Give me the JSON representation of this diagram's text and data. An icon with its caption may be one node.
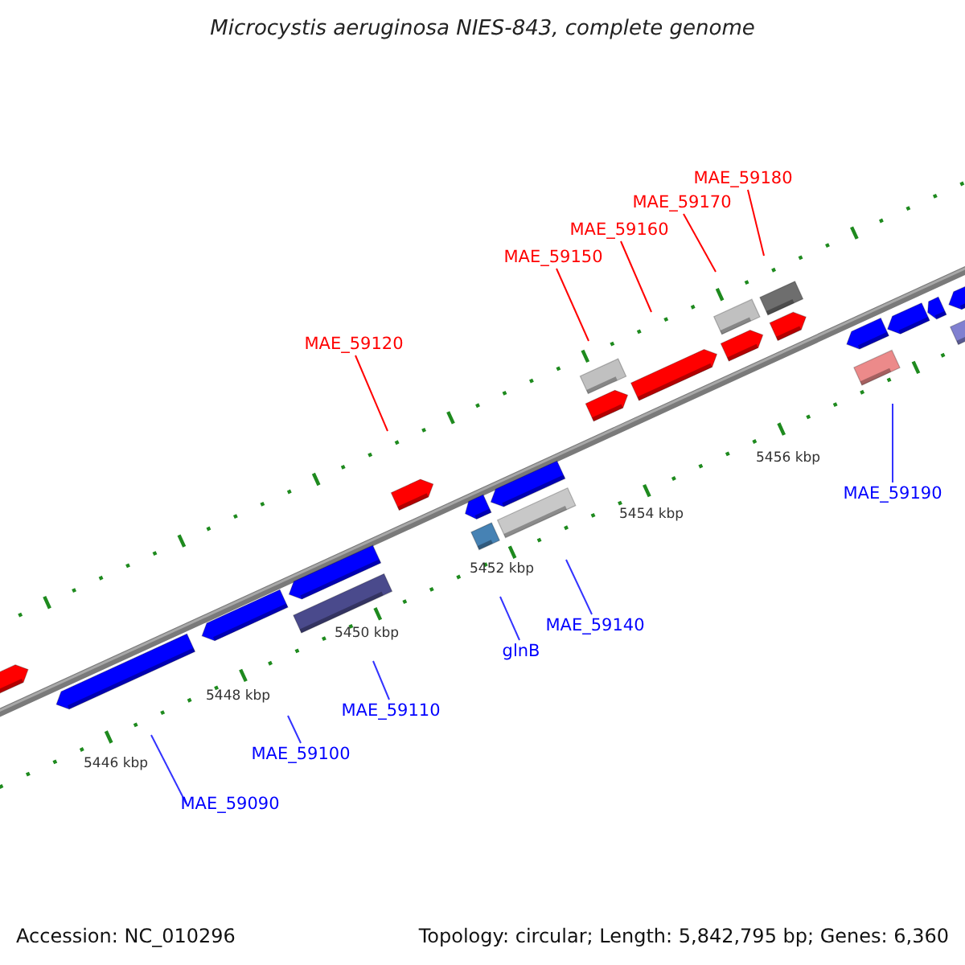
{
  "diagram": {
    "title": "Microcystis aeruginosa NIES-843, complete genome",
    "nodes": [
      {
        "text": [
          "MAE_59180"
        ]
      },
      {
        "text": [
          "MAE_59170"
        ]
      },
      {
        "text": [
          "MAE_59160"
        ]
      },
      {
        "text": [
          "MAE_59150"
        ]
      },
      {
        "text": [
          "MAE_59120"
        ]
      },
      {
        "text": [
          "MAE_59190"
        ]
      },
      {
        "text": [
          "MAE_59140"
        ]
      },
      {
        "text": [
          "glnB"
        ]
      },
      {
        "text": [
          "MAE_59110"
        ]
      },
      {
        "text": [
          "MAE_59100"
        ]
      },
      {
        "text": [
          "MAE_59090"
        ]
      }
    ],
    "edges": [
      {
        "from": 0,
        "to": null,
        "arrow": "none",
        "color": "#ff0000"
      },
      {
        "from": 1,
        "to": null,
        "arrow": "none",
        "color": "#ff0000"
      },
      {
        "from": 2,
        "to": null,
        "arrow": "none",
        "color": "#ff0000"
      },
      {
        "from": 3,
        "to": null,
        "arrow": "none",
        "color": "#ff0000"
      },
      {
        "from": 4,
        "to": null,
        "arrow": "none",
        "color": "#ff0000"
      },
      {
        "from": 5,
        "to": null,
        "arrow": "none"
      },
      {
        "from": 6,
        "to": null,
        "arrow": "none"
      },
      {
        "from": 7,
        "to": null,
        "arrow": "none"
      },
      {
        "from": 8,
        "to": null,
        "arrow": "none"
      },
      {
        "from": 9,
        "to": null,
        "arrow": "none"
      },
      {
        "from": 10,
        "to": null,
        "arrow": "none"
      }
    ],
    "labels": [
      "5456 kbp",
      "5454 kbp",
      "5452 kbp",
      "5450 kbp",
      "5448 kbp",
      "5446 kbp",
      "Accession: NC_010296",
      "Topology: circular; Length: 5,842,795 bp; Genes: 6,360"
    ]
  }
}
